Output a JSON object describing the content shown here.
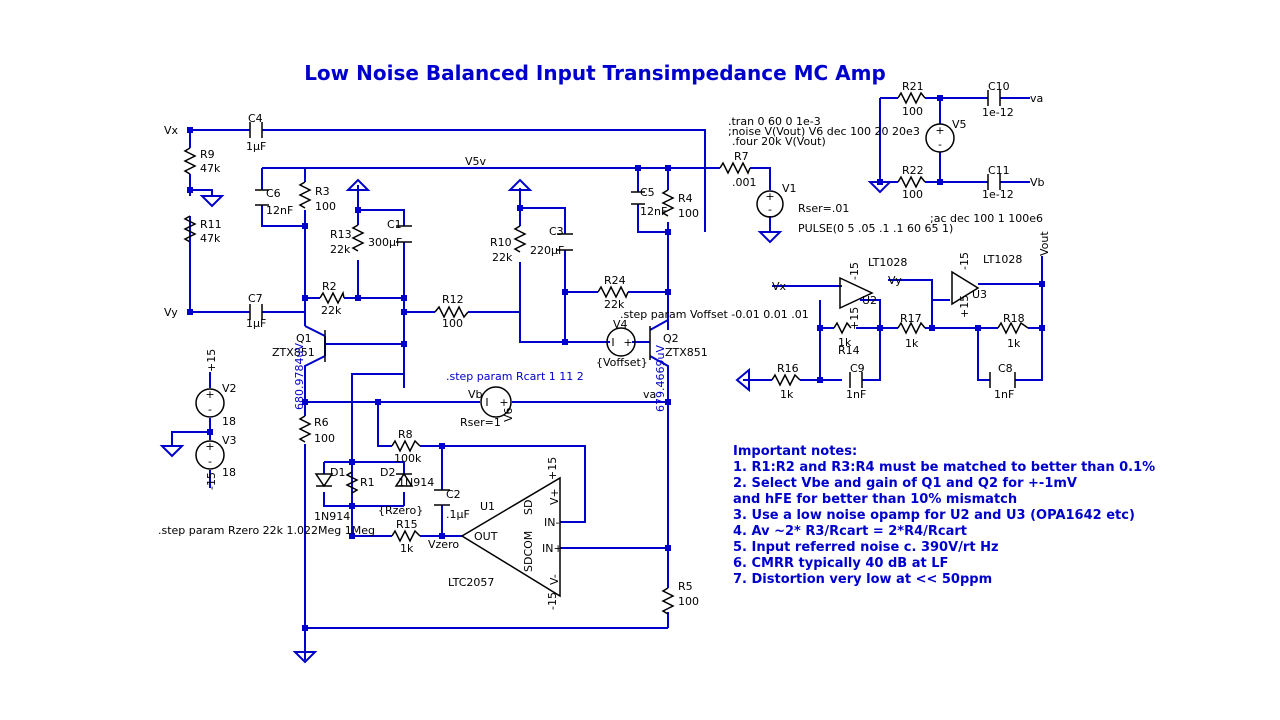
{
  "title": "Low Noise Balanced Input Transimpedance MC Amp",
  "directives": [
    ".tran 0 60 0 1e-3",
    ";noise V(Vout) V6 dec 100 20 20e3",
    ".four 20k V(Vout)",
    ";ac dec 100 1 100e6",
    ".step param Voffset -0.01 0.01 .01",
    ".step param Rcart 1 11 2",
    ".step param Rzero 22k 1.022Meg 1Meg"
  ],
  "nets": {
    "vx": "Vx",
    "vy": "Vy",
    "v5v": "V5v",
    "va": "va",
    "vb": "Vb",
    "vout": "Vout",
    "vzero": "Vzero",
    "p15": "+15",
    "m15": "-15"
  },
  "parts": {
    "R2": {
      "ref": "R2",
      "val": "22k"
    },
    "R3": {
      "ref": "R3",
      "val": "100"
    },
    "R4": {
      "ref": "R4",
      "val": "100"
    },
    "R5": {
      "ref": "R5",
      "val": "100"
    },
    "R6": {
      "ref": "R6",
      "val": "100"
    },
    "R7": {
      "ref": "R7",
      "val": ".001"
    },
    "R8": {
      "ref": "R8",
      "val": "100k"
    },
    "R9": {
      "ref": "R9",
      "val": "47k"
    },
    "R10": {
      "ref": "R10",
      "val": "22k"
    },
    "R11": {
      "ref": "R11",
      "val": "47k"
    },
    "R12": {
      "ref": "R12",
      "val": "100"
    },
    "R13": {
      "ref": "R13",
      "val": "22k"
    },
    "R14": {
      "ref": "R14",
      "val": "1k"
    },
    "R15": {
      "ref": "R15",
      "val": "1k"
    },
    "R16": {
      "ref": "R16",
      "val": "1k"
    },
    "R17": {
      "ref": "R17",
      "val": "1k"
    },
    "R18": {
      "ref": "R18",
      "val": "1k"
    },
    "R21": {
      "ref": "R21",
      "val": "100"
    },
    "R22": {
      "ref": "R22",
      "val": "100"
    },
    "R24": {
      "ref": "R24",
      "val": "22k"
    },
    "R1": {
      "ref": "R1",
      "val": "{Rzero}"
    },
    "C1": {
      "ref": "C1",
      "val": "300µF"
    },
    "C2": {
      "ref": "C2",
      "val": ".1µF"
    },
    "C3": {
      "ref": "C3",
      "val": "220µF"
    },
    "C4": {
      "ref": "C4",
      "val": "1µF"
    },
    "C5": {
      "ref": "C5",
      "val": "12nF"
    },
    "C6": {
      "ref": "C6",
      "val": "12nF"
    },
    "C7": {
      "ref": "C7",
      "val": "1µF"
    },
    "C8": {
      "ref": "C8",
      "val": "1nF"
    },
    "C9": {
      "ref": "C9",
      "val": "1nF"
    },
    "C10": {
      "ref": "C10",
      "val": "1e-12"
    },
    "C11": {
      "ref": "C11",
      "val": "1e-12"
    },
    "D1": {
      "ref": "D1",
      "val": "1N914"
    },
    "D2": {
      "ref": "D2",
      "val": "1N914"
    },
    "Q1": {
      "ref": "Q1",
      "val": "ZTX851",
      "op": "680.9784uV"
    },
    "Q2": {
      "ref": "Q2",
      "val": "ZTX851",
      "op": "679.4669uV"
    },
    "U1": {
      "ref": "U1",
      "val": "LTC2057"
    },
    "U2": {
      "ref": "U2",
      "val": "LT1028"
    },
    "U3": {
      "ref": "U3",
      "val": "LT1028"
    },
    "V1": {
      "ref": "V1",
      "val": "PULSE(0 5 .05 .1 .1 60 65 1)",
      "extra": "Rser=.01"
    },
    "V2": {
      "ref": "V2",
      "val": "18"
    },
    "V3": {
      "ref": "V3",
      "val": "18"
    },
    "V4": {
      "ref": "V4",
      "val": "{Voffset}"
    },
    "V5": {
      "ref": "V5",
      "val": ""
    },
    "V6": {
      "ref": "V6",
      "val": "Rser=1"
    }
  },
  "pins": {
    "out": "OUT",
    "inm": "IN-",
    "inp": "IN+",
    "vp": "V+",
    "vm": "V-",
    "sd": "SD",
    "sdcom": "SDCOM"
  },
  "notes": {
    "heading": "Important notes:",
    "lines": [
      "1. R1:R2 and R3:R4 must be matched to better than 0.1%",
      "2. Select Vbe and gain of Q1 and Q2 for +-1mV",
      "and hFE for better than 10% mismatch",
      "3. Use a low noise opamp for U2 and U3 (OPA1642 etc)",
      "4. Av ~2* R3/Rcart = 2*R4/Rcart",
      "5. Input referred noise c. 390V/rt Hz",
      "6. CMRR typically 40 dB at LF",
      "7. Distortion very low at << 50ppm"
    ]
  }
}
